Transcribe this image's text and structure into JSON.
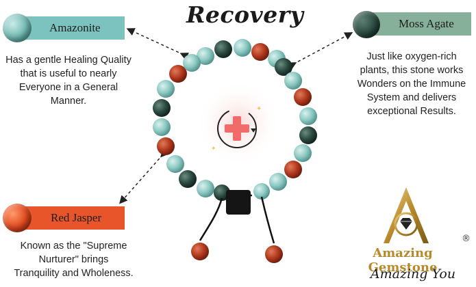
{
  "title": "Recovery",
  "stones": {
    "amazonite": {
      "label": "Amazonite",
      "description_lines": [
        "Has a gentle Healing Quality",
        "that is useful to nearly",
        "Everyone in a General",
        "Manner."
      ],
      "color": "#7cc3bf"
    },
    "moss_agate": {
      "label": "Moss Agate",
      "description_lines": [
        "Just like oxygen-rich",
        "plants, this stone works",
        "Wonders on the Immune",
        "System and delivers",
        "exceptional Results."
      ],
      "color": "#86b09a"
    },
    "red_jasper": {
      "label": "Red Jasper",
      "description_lines": [
        "Known as the \"Supreme",
        "Nurturer\" brings",
        "Tranquility and Wholeness."
      ],
      "color": "#e8552a"
    }
  },
  "brand": {
    "name": "Amazing Gemstone",
    "registered_mark": "®",
    "tagline": "Amazing You",
    "color": "#b8892b"
  },
  "icons": [
    "healing-cross-icon",
    "bracelet-image",
    "brand-logo-icon"
  ]
}
